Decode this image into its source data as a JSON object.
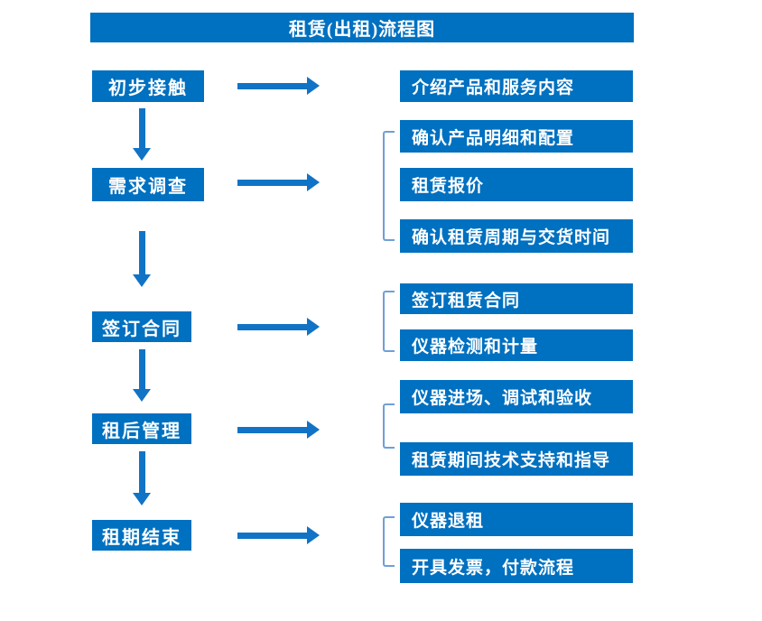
{
  "title": "租赁(出租)流程图",
  "colors": {
    "box": "#0070c0",
    "arrow": "#1173c5",
    "bracket": "#6f9fd8",
    "text": "#ffffff"
  },
  "steps": [
    {
      "label": "初步接触",
      "outputs": [
        "介绍产品和服务内容"
      ]
    },
    {
      "label": "需求调查",
      "outputs": [
        "确认产品明细和配置",
        "租赁报价",
        "确认租赁周期与交货时间"
      ]
    },
    {
      "label": "签订合同",
      "outputs": [
        "签订租赁合同",
        "仪器检测和计量"
      ]
    },
    {
      "label": "租后管理",
      "outputs": [
        "仪器进场、调试和验收",
        "租赁期间技术支持和指导"
      ]
    },
    {
      "label": "租期结束",
      "outputs": [
        "仪器退租",
        "开具发票，付款流程"
      ]
    }
  ]
}
